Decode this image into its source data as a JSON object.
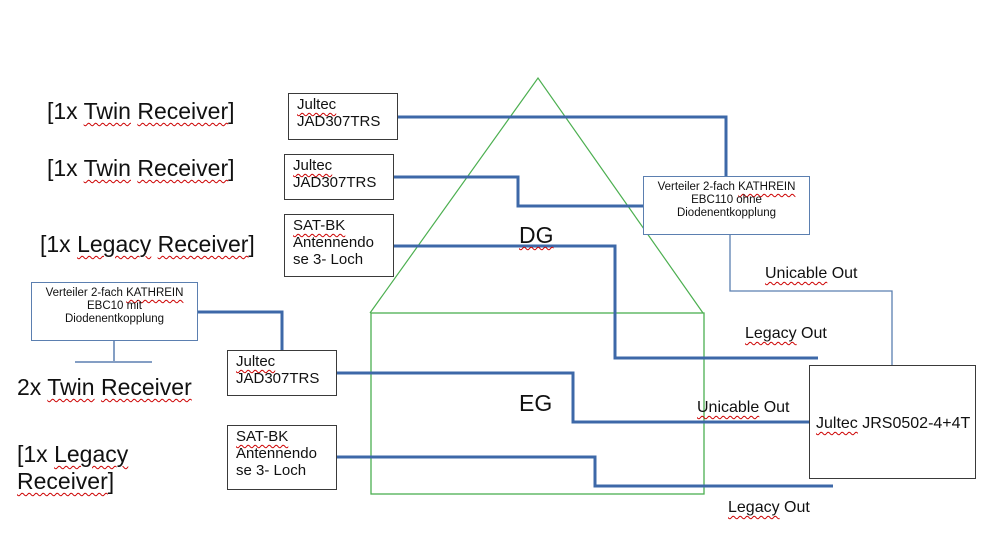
{
  "colors": {
    "wire": "#3d68a8",
    "house": "#4caf50",
    "box_border": "#3a3a3a",
    "splitter_border": "#5b7fb0"
  },
  "floors": {
    "attic": "DG",
    "ground": "EG"
  },
  "receivers": {
    "r1": {
      "prefix": "[1x ",
      "word": "Twin",
      "mid": " ",
      "word2": "Receiver",
      "suffix": "]"
    },
    "r2": {
      "prefix": "[1x ",
      "word": "Twin",
      "mid": " ",
      "word2": "Receiver",
      "suffix": "]"
    },
    "r3": {
      "prefix": "[1x ",
      "word": "Legacy",
      "mid": " ",
      "word2": "Receiver",
      "suffix": "]"
    },
    "r4": {
      "prefix": "2x ",
      "word": "Twin",
      "mid": " ",
      "word2": "Receiver",
      "suffix": ""
    },
    "r5": {
      "line1_prefix": "[1x ",
      "line1_word": "Legacy",
      "line2_word": "Receiver",
      "line2_suffix": "]"
    }
  },
  "devices": {
    "jad1": {
      "line1": "Jultec",
      "line2": "JAD307TRS"
    },
    "jad2": {
      "line1": "Jultec",
      "line2": "JAD307TRS"
    },
    "jad3": {
      "line1": "Jultec",
      "line2": "JAD307TRS"
    },
    "satbk1": {
      "line1": "SAT-BK",
      "line2": "Antennendo",
      "line3": "se 3- Loch"
    },
    "satbk2": {
      "line1": "SAT-BK",
      "line2": "Antennendo",
      "line3": "se 3- Loch"
    },
    "splitter_dg": {
      "line1a": "Verteiler 2-fach ",
      "line1b": "KATHREIN",
      "line2": "EBC110 ohne",
      "line3": "Diodenentkopplung"
    },
    "splitter_eg": {
      "line1a": "Verteiler 2-fach ",
      "line1b": "KATHREIN",
      "line2": "EBC10 mit",
      "line3": "Diodenentkopplung"
    },
    "multiswitch": {
      "word": "Jultec",
      "rest": " JRS0502-4+4T"
    }
  },
  "outputs": {
    "unicable_dg": {
      "word": "Unicable",
      "rest": " Out"
    },
    "legacy_dg": {
      "word": "Legacy",
      "rest": " Out"
    },
    "unicable_eg": {
      "word": "Unicable",
      "rest": " Out"
    },
    "legacy_eg": {
      "word": "Legacy",
      "rest": " Out"
    }
  }
}
